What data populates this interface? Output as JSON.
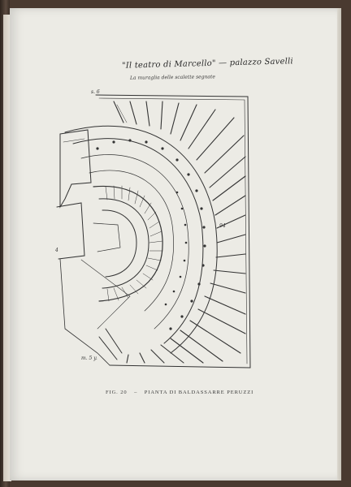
{
  "handwritten": {
    "heading": "\"Il teatro di Marcello\" — palazzo Savelli",
    "subnote": "La muraglia delle scalette segnate"
  },
  "caption": {
    "fig_label": "FIG. 20",
    "separator": "–",
    "text": "PIANTA DI BALDASSARRE PERUZZI"
  },
  "colors": {
    "page": "#ecebe5",
    "ink": "#2b2b2b"
  }
}
